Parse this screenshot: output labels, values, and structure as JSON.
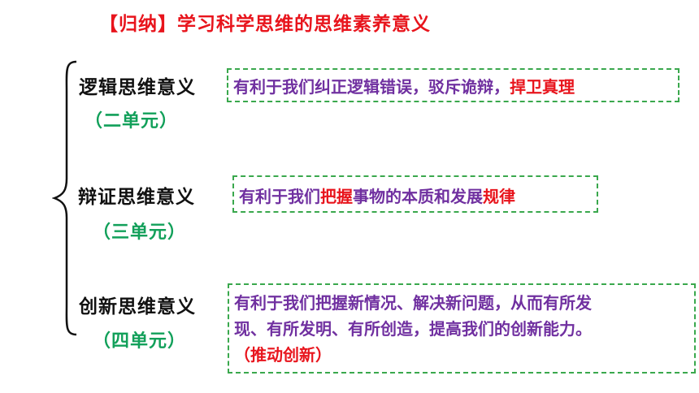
{
  "title": "【归纳】学习科学思维的思维素养意义",
  "items": [
    {
      "category": "逻辑思维意义",
      "unit": "（二单元）",
      "desc_part1": "有利于我们纠正逻辑错误，驳斥诡辩，",
      "desc_highlight": "捍卫真理"
    },
    {
      "category": "辩证思维意义",
      "unit": "（三单元）",
      "desc_part1": "有利于我们",
      "desc_highlight1": "把握",
      "desc_part2": "事物的本质和发展",
      "desc_highlight2": "规律"
    },
    {
      "category": "创新思维意义",
      "unit": "（四单元）",
      "desc_line1": "有利于我们把握新情况、解决新问题，从而有所发",
      "desc_line2": "现、有所发明、有所创造，提高我们的创新能力。",
      "desc_line3": "（推动创新）"
    }
  ],
  "colors": {
    "title": "#e8141c",
    "category": "#111111",
    "unit": "#12a05a",
    "description": "#7030a0",
    "highlight": "#e8141c",
    "box_border": "#3aa84d",
    "brace": "#111111"
  }
}
